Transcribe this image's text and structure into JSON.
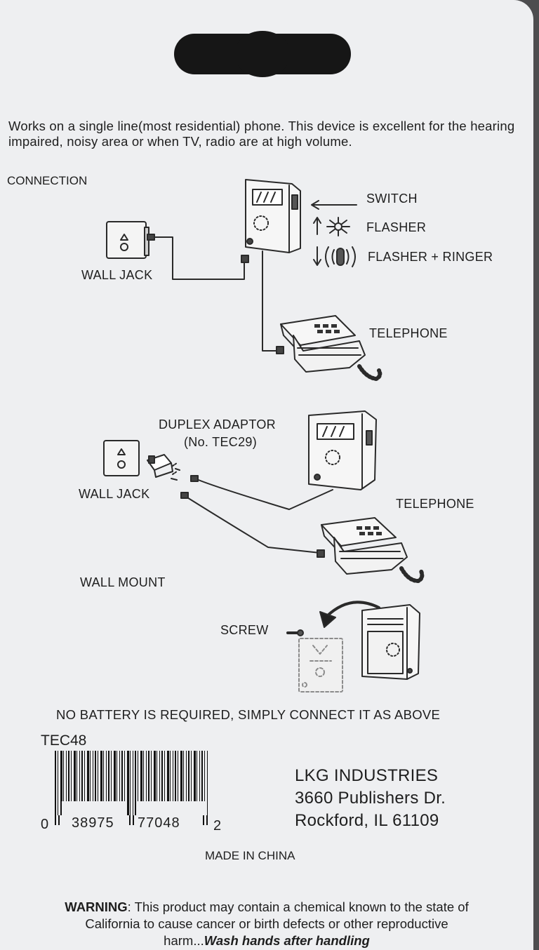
{
  "description": "Works on a single line(most residential) phone. This device is excellent for the hearing impaired, noisy area or when TV, radio are at high volume.",
  "section_title": "CONNECTION",
  "diagram1": {
    "switch": "SWITCH",
    "flasher": "FLASHER",
    "flasher_ringer": "FLASHER + RINGER",
    "wall_jack": "WALL JACK",
    "telephone": "TELEPHONE"
  },
  "diagram2": {
    "duplex_adaptor": "DUPLEX ADAPTOR",
    "adaptor_model": "(No. TEC29)",
    "wall_jack": "WALL JACK",
    "telephone": "TELEPHONE",
    "wall_mount": "WALL MOUNT",
    "screw": "SCREW"
  },
  "no_battery": "NO BATTERY IS REQUIRED, SIMPLY CONNECT IT AS ABOVE",
  "model": "TEC48",
  "barcode": {
    "lead": "0",
    "left_group": "38975",
    "right_group": "77048",
    "check": "2"
  },
  "company": {
    "name": "LKG INDUSTRIES",
    "street": "3660 Publishers Dr.",
    "city": "Rockford, IL 61109"
  },
  "made_in": "MADE IN CHINA",
  "warning": {
    "label": "WARNING",
    "text": ": This product may contain a chemical known to the state of California to cause cancer or birth defects or other reproductive harm...",
    "emphasis": "Wash hands after handling"
  },
  "colors": {
    "card": "#eeeff1",
    "background": "#4d4d4f",
    "ink": "#1e1e1e"
  },
  "icons": [
    "hang-hole",
    "arrow-left-icon",
    "arrow-up-icon",
    "sun-flasher-icon",
    "arrow-down-icon",
    "ringer-icon",
    "flasher-device-icon",
    "wall-jack-icon",
    "telephone-icon",
    "duplex-adaptor-icon",
    "wall-plate-icon",
    "screw-icon"
  ]
}
